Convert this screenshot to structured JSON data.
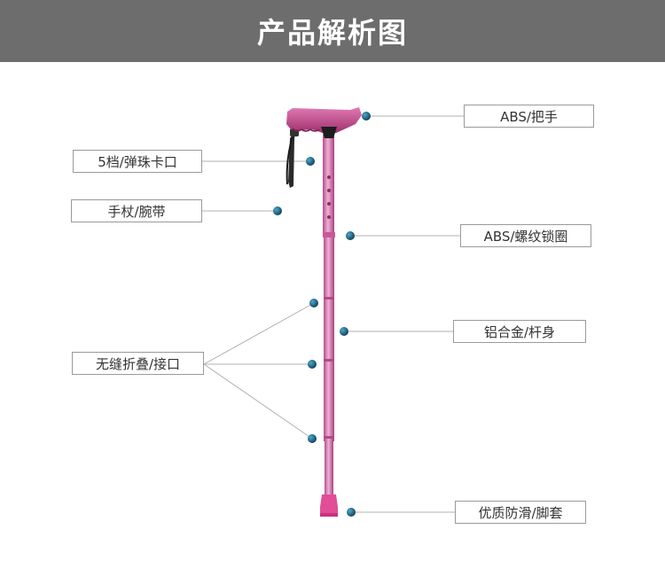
{
  "header": {
    "title": "产品解析图"
  },
  "colors": {
    "banner": "#6d6d6d",
    "shaft": "#d77fb6",
    "handle": "#c8478e",
    "dot": "#1f5f7a",
    "line": "#b0b0b0"
  },
  "labels": {
    "handle": "ABS/把手",
    "clip": "5档/弹珠卡口",
    "strap": "手杖/腕带",
    "thread": "ABS/螺纹锁圈",
    "shaft": "铝合金/杆身",
    "folding": "无缝折叠/接口",
    "foot": "优质防滑/脚套"
  }
}
